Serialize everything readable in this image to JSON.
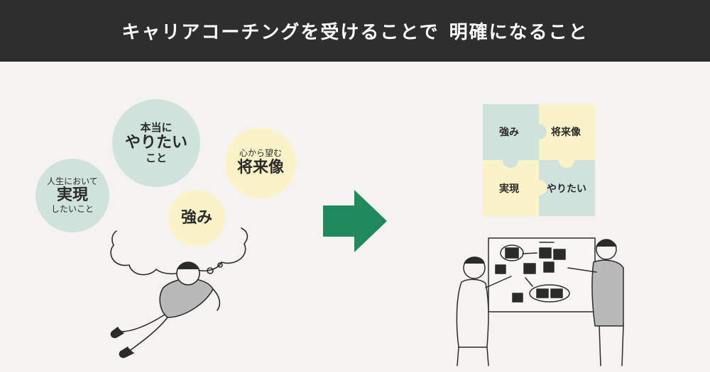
{
  "header": {
    "title_main": "キャリアコーチングを受けることで",
    "title_emphasis": "明確になること"
  },
  "bubbles": {
    "jitsugen": {
      "line1": "人生において",
      "line2": "実現",
      "line3": "したいこと"
    },
    "yaritai": {
      "line1": "本当に",
      "line2": "やりたい",
      "line3": "こと"
    },
    "tsuyomi": {
      "line1": "強み"
    },
    "shorai": {
      "line1": "心から望む",
      "line2": "将来像"
    }
  },
  "puzzle": {
    "top_left": "強み",
    "top_right": "将来像",
    "bottom_left": "実現",
    "bottom_right": "やりたい"
  },
  "colors": {
    "header_bg": "#2e2e2e",
    "background": "#f4f3f0",
    "bubble_green": "#cfe3dc",
    "bubble_yellow": "#fbf3c8",
    "arrow_green": "#1f8a5e"
  },
  "icons": {
    "arrow": "right-arrow-icon",
    "person_dreaming": "dreaming-person-illustration",
    "team_board": "team-whiteboard-illustration"
  }
}
